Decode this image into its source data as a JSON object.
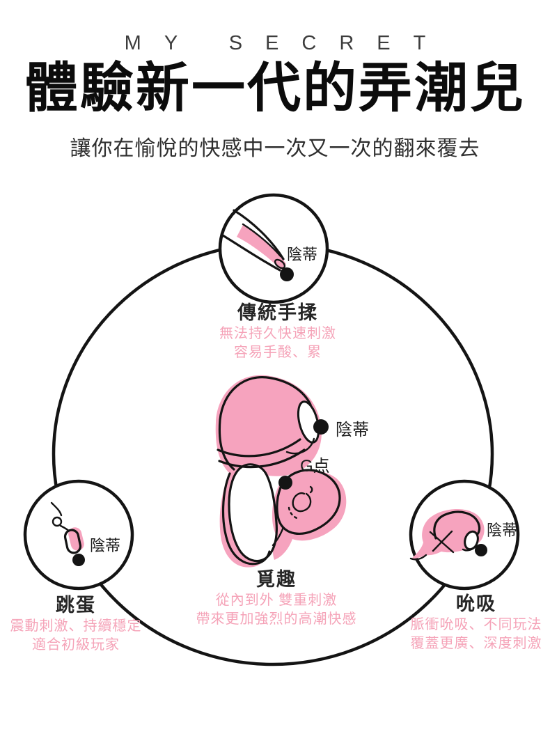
{
  "header": {
    "brand": "MY SECRET",
    "title": "體驗新一代的弄潮兒",
    "subtitle": "讓你在愉悅的快感中一次又一次的翻來覆去"
  },
  "labels": {
    "clitoris": "陰蒂",
    "g_spot": "G点"
  },
  "methods": {
    "hand": {
      "name": "傳統手揉",
      "desc1": "無法持久快速刺激",
      "desc2": "容易手酸、累"
    },
    "product": {
      "name": "覓趣",
      "desc1": "從內到外 雙重刺激",
      "desc2": "帶來更加強烈的高潮快感"
    },
    "egg": {
      "name": "跳蛋",
      "desc1": "震動刺激、持續穩定",
      "desc2": "適合初級玩家"
    },
    "suction": {
      "name": "吮吸",
      "desc1": "脈衝吮吸、不同玩法",
      "desc2": "覆蓋更廣、深度刺激"
    }
  },
  "colors": {
    "pink": "#F6A3BE",
    "pink_text": "#F5A3B8",
    "ink": "#141414"
  }
}
